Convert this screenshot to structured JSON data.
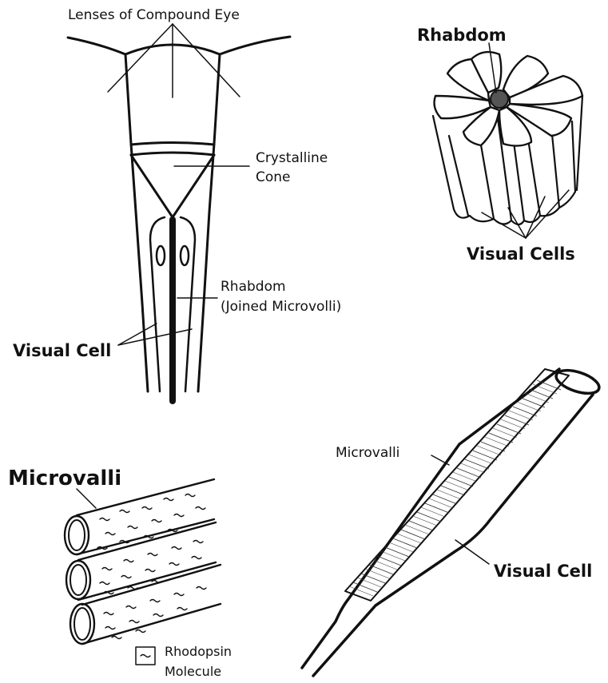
{
  "labels": {
    "lenses": "Lenses of Compound Eye",
    "crystalline_1": "Crystalline",
    "crystalline_2": "Cone",
    "rhabdom_1": "Rhabdom",
    "rhabdom_2": "(Joined Microvolli)",
    "visual_cell_left": "Visual Cell",
    "rhabdom_top": "Rhabdom",
    "visual_cells": "Visual Cells",
    "microvalli_big": "Microvalli",
    "rhodopsin_1": "Rhodopsin",
    "rhodopsin_2": "Molecule",
    "microvalli_right": "Microvalli",
    "visual_cell_right": "Visual Cell"
  },
  "colors": {
    "ink": "#111111",
    "background": "#ffffff"
  }
}
